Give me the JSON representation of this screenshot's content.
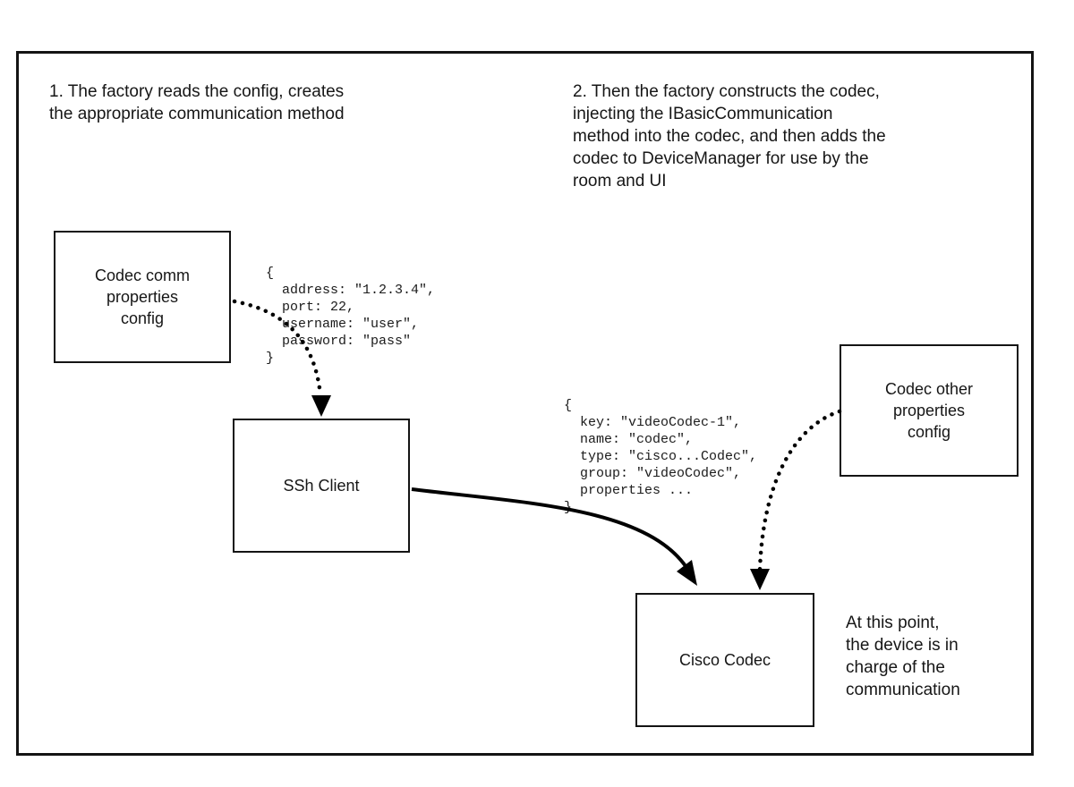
{
  "diagram": {
    "notes": {
      "step1": "1. The factory reads the config, creates\nthe appropriate communication method",
      "step2": "2. Then the factory constructs the codec,\ninjecting the IBasicCommunication\nmethod into the codec, and then adds the\ncodec to DeviceManager for use by the\nroom and UI",
      "result": "At this point,\nthe device is in\ncharge of the\ncommunication"
    },
    "boxes": {
      "codec_comm_config": "Codec comm\nproperties\nconfig",
      "ssh_client": "SSh Client",
      "codec_other_config": "Codec other\nproperties\nconfig",
      "cisco_codec": "Cisco Codec"
    },
    "code": {
      "comm_properties": "{\n  address: \"1.2.3.4\",\n  port: 22,\n  username: \"user\",\n  password: \"pass\"\n}",
      "codec_properties": "{\n  key: \"videoCodec-1\",\n  name: \"codec\",\n  type: \"cisco...Codec\",\n  group: \"videoCodec\",\n  properties ...\n}"
    },
    "colors": {
      "line": "#000000",
      "background": "#ffffff",
      "text": "#161616"
    }
  }
}
